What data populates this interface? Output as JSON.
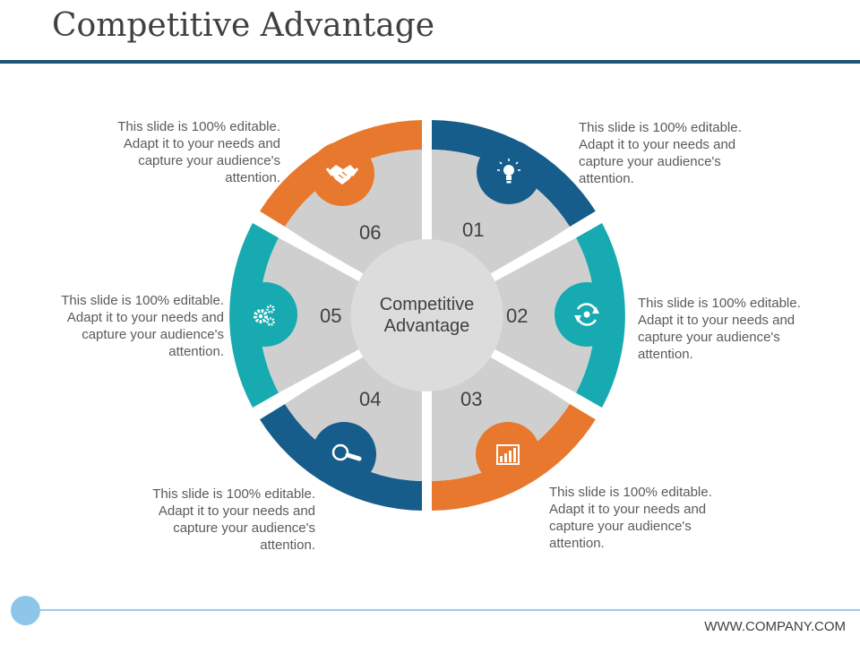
{
  "slide": {
    "title": "Competitive Advantage",
    "center_label": "Competitive Advantage",
    "footer_url": "WWW.COMPANY.COM"
  },
  "colors": {
    "orange": "#e7782d",
    "dark_blue": "#165d8c",
    "teal": "#17aab0",
    "gray_segment": "#cfcfcf",
    "center_circle": "#dcdcdc",
    "title_rule": "#1d5673"
  },
  "segments": [
    {
      "number": "01",
      "icon": "lightbulb-icon",
      "color": "dark_blue",
      "text": "This slide is 100% editable. Adapt it to your needs and capture your audience's attention."
    },
    {
      "number": "02",
      "icon": "refresh-gear-icon",
      "color": "teal",
      "text": "This slide is 100% editable. Adapt it to your needs and capture your audience's attention."
    },
    {
      "number": "03",
      "icon": "bar-chart-icon",
      "color": "orange",
      "text": "This slide is 100% editable. Adapt it to your needs and capture your audience's attention."
    },
    {
      "number": "04",
      "icon": "magnifier-icon",
      "color": "dark_blue",
      "text": "This slide is 100% editable. Adapt it to your needs and capture your audience's attention."
    },
    {
      "number": "05",
      "icon": "gears-icon",
      "color": "teal",
      "text": "This slide is 100% editable. Adapt it to your needs and capture your audience's attention."
    },
    {
      "number": "06",
      "icon": "handshake-icon",
      "color": "orange",
      "text": "This slide is 100% editable. Adapt it to your needs and capture your audience's attention."
    }
  ]
}
